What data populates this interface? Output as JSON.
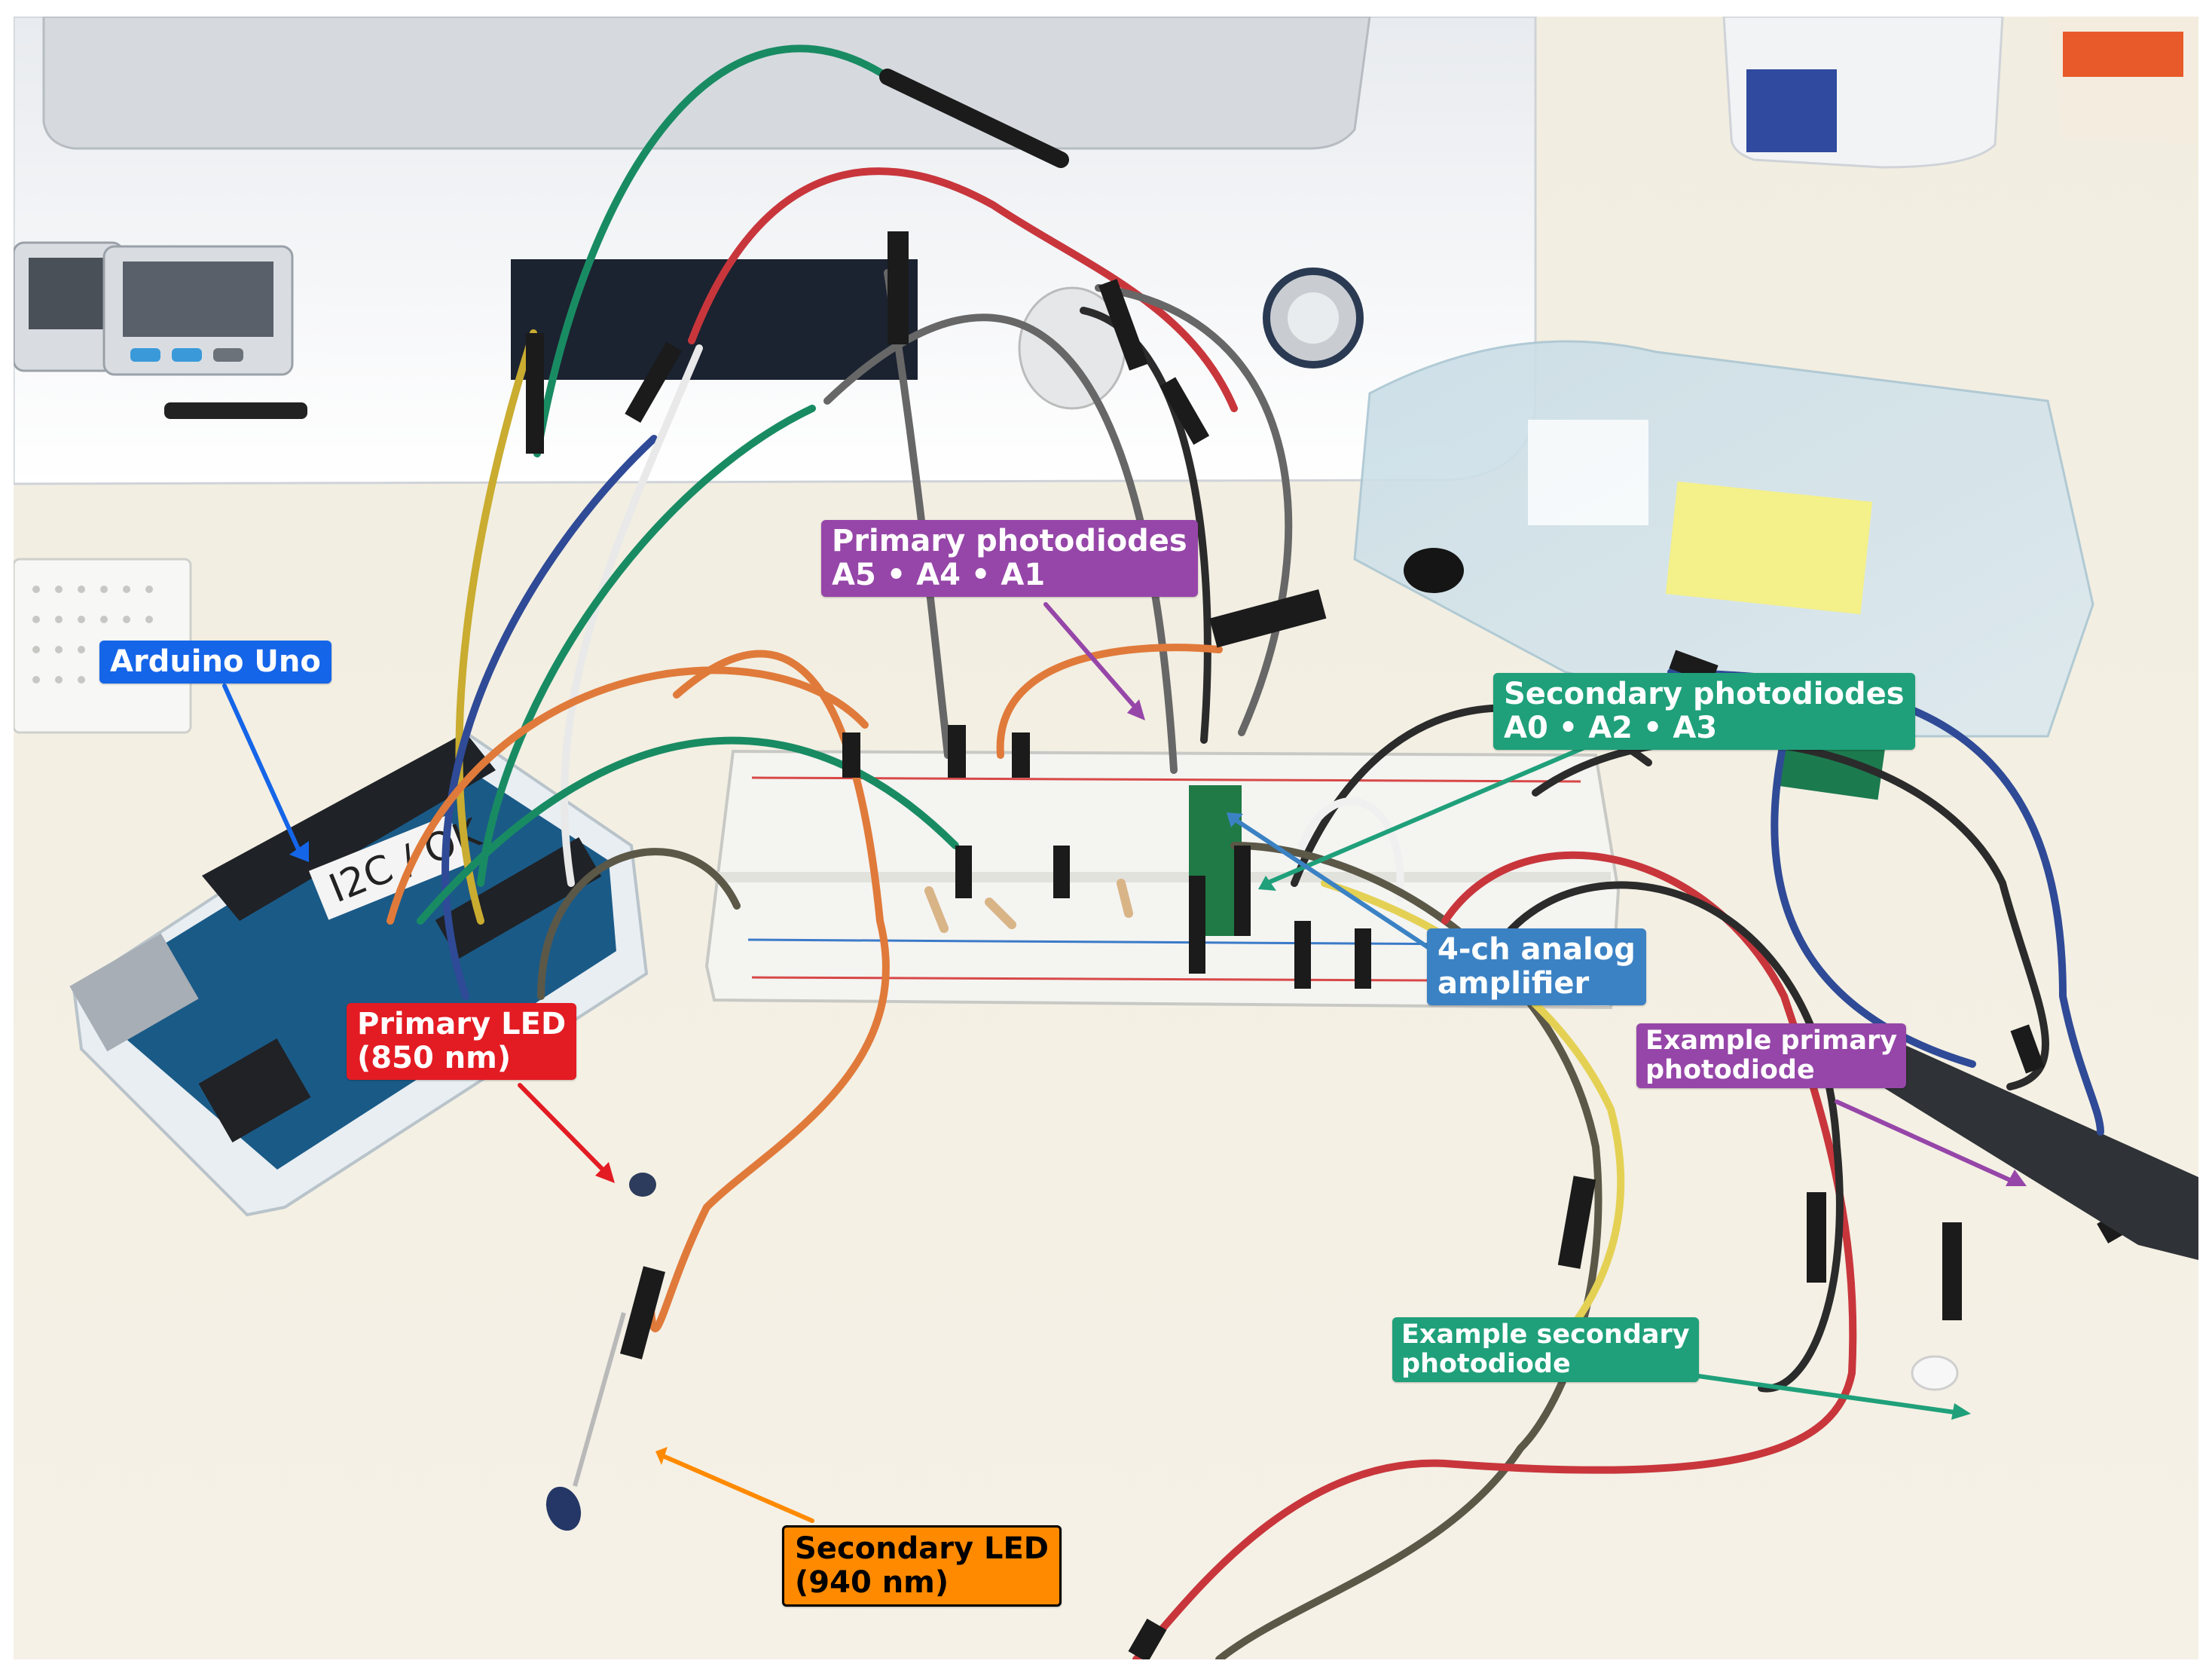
{
  "labels": {
    "arduino": "Arduino Uno",
    "primary_photodiodes": [
      "Primary photodiodes",
      "A5 • A4 • A1"
    ],
    "secondary_photodiodes": [
      "Secondary photodiodes",
      "A0 • A2 • A3"
    ],
    "amplifier": [
      "4-ch analog",
      "amplifier"
    ],
    "primary_led": [
      "Primary LED",
      "(850 nm)"
    ],
    "example_primary_photodiode": [
      "Example primary",
      "photodiode"
    ],
    "example_secondary_photodiode": [
      "Example secondary",
      "photodiode"
    ],
    "secondary_led": [
      "Secondary LED",
      "(940 nm)"
    ]
  },
  "board_print": "I2C / OK",
  "colors": {
    "arduino": "#1565e8",
    "primary_photodiodes": "#9646a8",
    "secondary_photodiodes": "#1fa07a",
    "amplifier": "#3b82c4",
    "primary_led": "#e31b23",
    "secondary_led": "#ff8a00"
  }
}
